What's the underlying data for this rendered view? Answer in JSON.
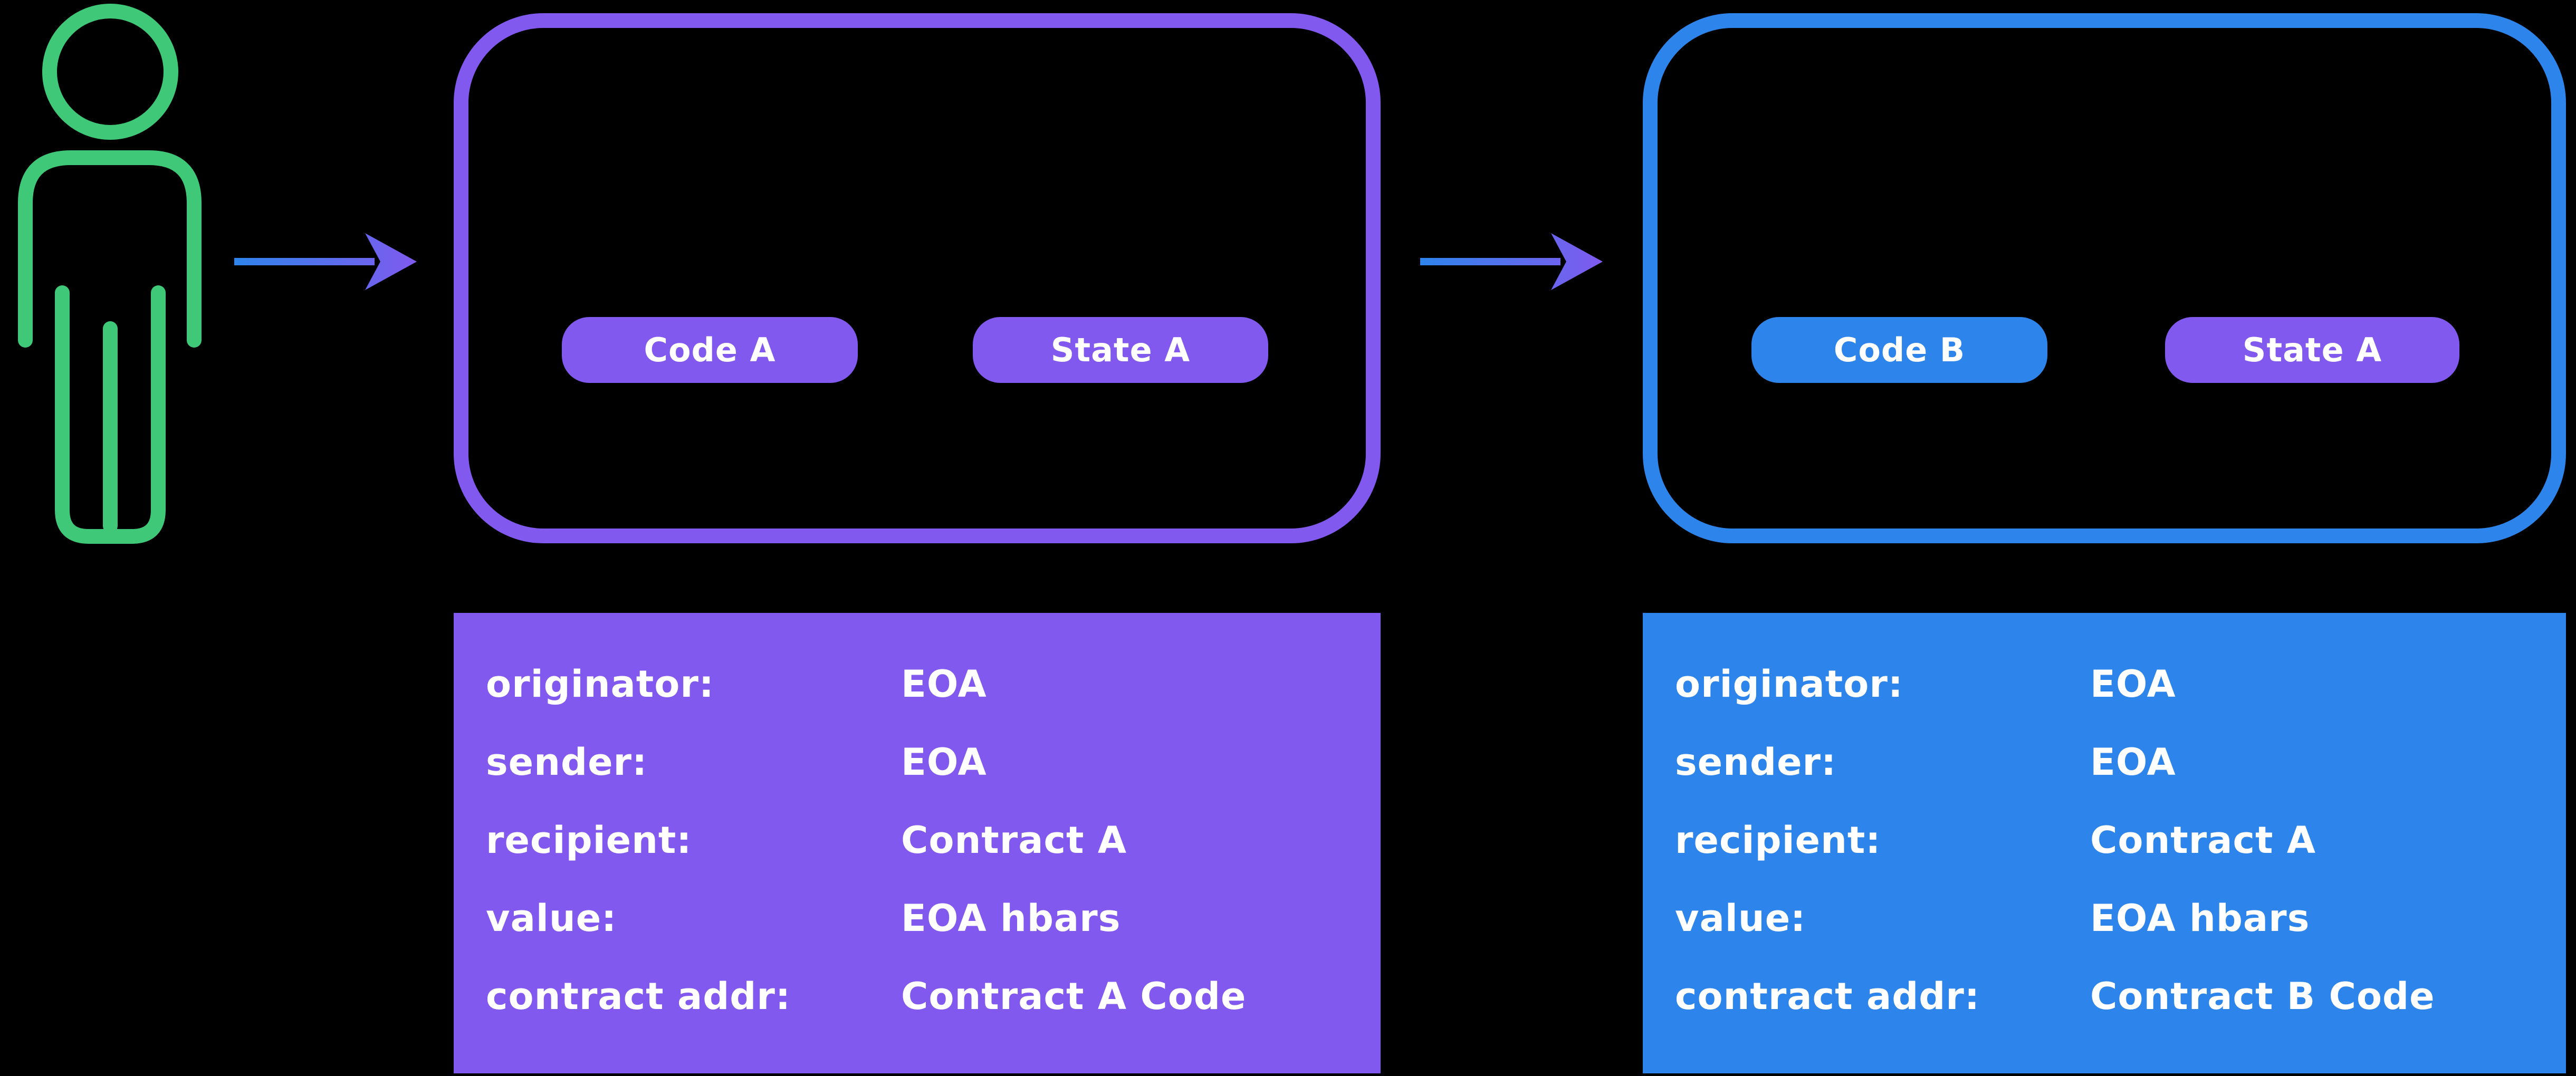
{
  "diagram": {
    "background": "#000000",
    "colors": {
      "green": "#3EC878",
      "purple": "#8259EF",
      "blue": "#2D84EB",
      "text": "#FFFFFF"
    },
    "contract_a": {
      "pills": [
        {
          "label": "Code A",
          "color": "#8259EF"
        },
        {
          "label": "State A",
          "color": "#8259EF"
        }
      ],
      "details": [
        {
          "label": "originator:",
          "value": "EOA"
        },
        {
          "label": "sender:",
          "value": "EOA"
        },
        {
          "label": "recipient:",
          "value": "Contract A"
        },
        {
          "label": "value:",
          "value": "EOA hbars"
        },
        {
          "label": "contract addr:",
          "value": "Contract A Code"
        }
      ]
    },
    "contract_b": {
      "pills": [
        {
          "label": "Code B",
          "color": "#2D84EB"
        },
        {
          "label": "State A",
          "color": "#8259EF"
        }
      ],
      "details": [
        {
          "label": "originator:",
          "value": "EOA"
        },
        {
          "label": "sender:",
          "value": "EOA"
        },
        {
          "label": "recipient:",
          "value": "Contract A"
        },
        {
          "label": "value:",
          "value": "EOA hbars"
        },
        {
          "label": "contract addr:",
          "value": "Contract B Code"
        }
      ]
    }
  }
}
